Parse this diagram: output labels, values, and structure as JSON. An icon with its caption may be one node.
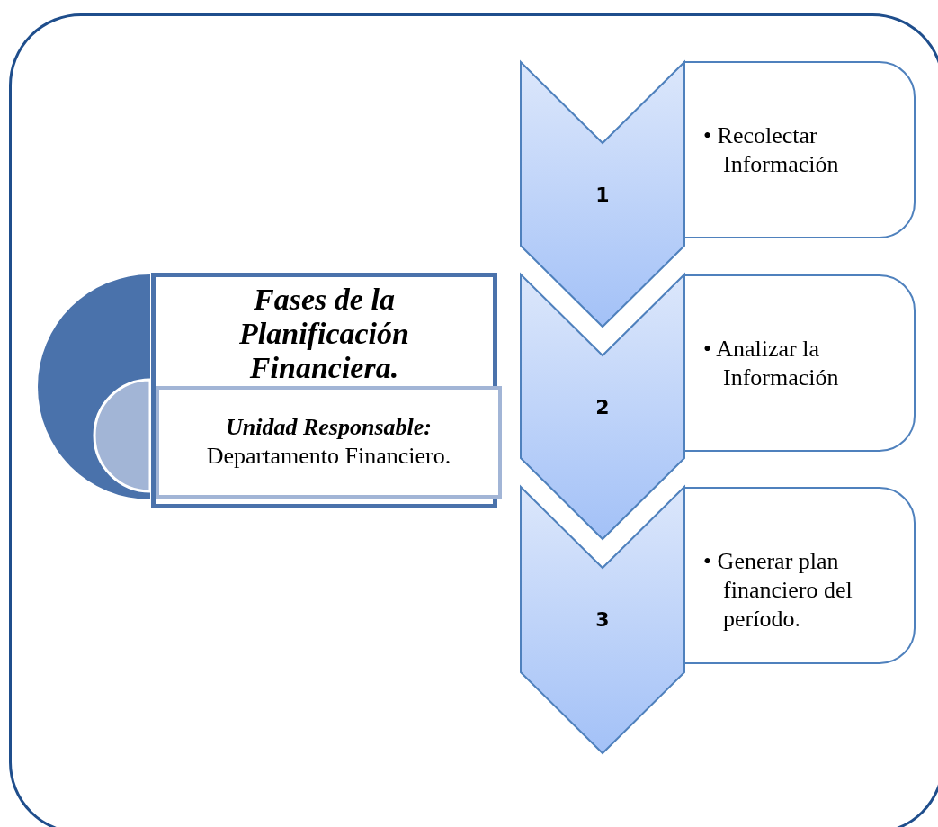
{
  "diagram": {
    "nodes": [
      {
        "text": [],
        "shape": "box"
      },
      {
        "text": [
          "Fases de la Planificación Financiera."
        ],
        "in": 0
      },
      {
        "text": [
          "Unidad Responsable:",
          "Departamento Financiero."
        ],
        "in": 1
      },
      {
        "text": [
          "1"
        ],
        "in": 0
      },
      {
        "text": [
          "2"
        ],
        "in": 0
      },
      {
        "text": [
          "3"
        ],
        "in": 0
      },
      {
        "text": [
          "• Recolectar Información"
        ],
        "in": 0
      },
      {
        "text": [
          "• Analizar la Información"
        ],
        "in": 0
      },
      {
        "text": [
          "• Generar plan financiero del período."
        ],
        "in": 0
      }
    ]
  }
}
